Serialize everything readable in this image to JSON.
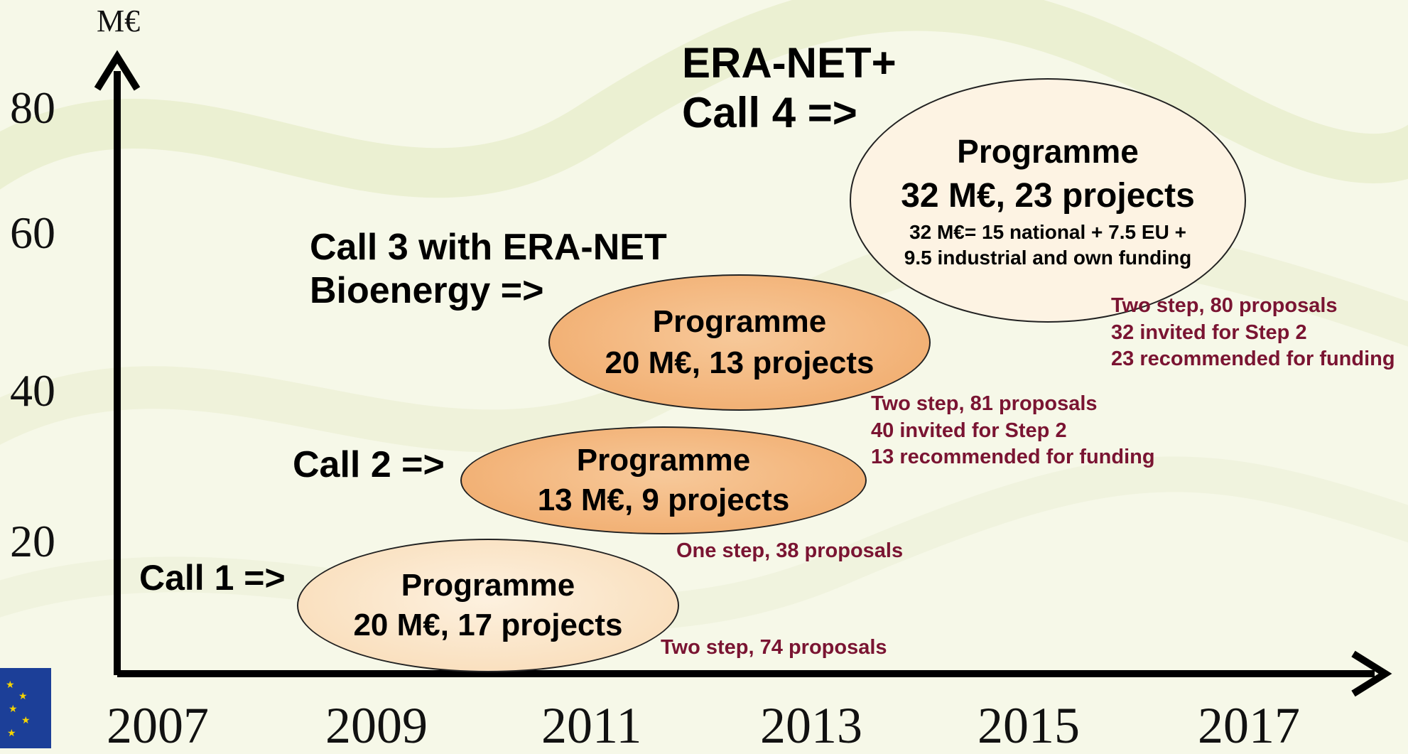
{
  "axis": {
    "y_unit": "M€",
    "y_ticks": [
      "80",
      "60",
      "40",
      "20"
    ],
    "x_ticks": [
      "2007",
      "2009",
      "2011",
      "2013",
      "2015",
      "2017"
    ]
  },
  "calls": [
    {
      "label": "Call 1 =>",
      "programme": "Programme",
      "amount": "20 M€, 17 projects",
      "notes": [
        "Two step, 74 proposals"
      ]
    },
    {
      "label": "Call 2 =>",
      "programme": "Programme",
      "amount": "13 M€, 9 projects",
      "notes": [
        "One step, 38 proposals"
      ]
    },
    {
      "label_line1": "Call 3 with ERA-NET",
      "label_line2": "Bioenergy =>",
      "programme": "Programme",
      "amount": "20 M€, 13 projects",
      "notes": [
        "Two step, 81 proposals",
        "40 invited for Step 2",
        "13 recommended for funding"
      ]
    },
    {
      "label_line1": "ERA-NET+",
      "label_line2": "Call 4 =>",
      "programme": "Programme",
      "amount": "32 M€, 23 projects",
      "breakdown_line1": "32 M€= 15 national + 7.5 EU +",
      "breakdown_line2": "9.5 industrial and own funding",
      "notes": [
        "Two step, 80 proposals",
        "32 invited for Step 2",
        "23 recommended for funding"
      ]
    }
  ],
  "colors": {
    "note_text": "#7a1432",
    "ellipse_light": "#f8d9b2",
    "ellipse_dark": "#f0a766",
    "flag_blue": "#1c3f98",
    "flag_star": "#f5d400"
  },
  "icons": [
    "eu-flag-icon"
  ]
}
